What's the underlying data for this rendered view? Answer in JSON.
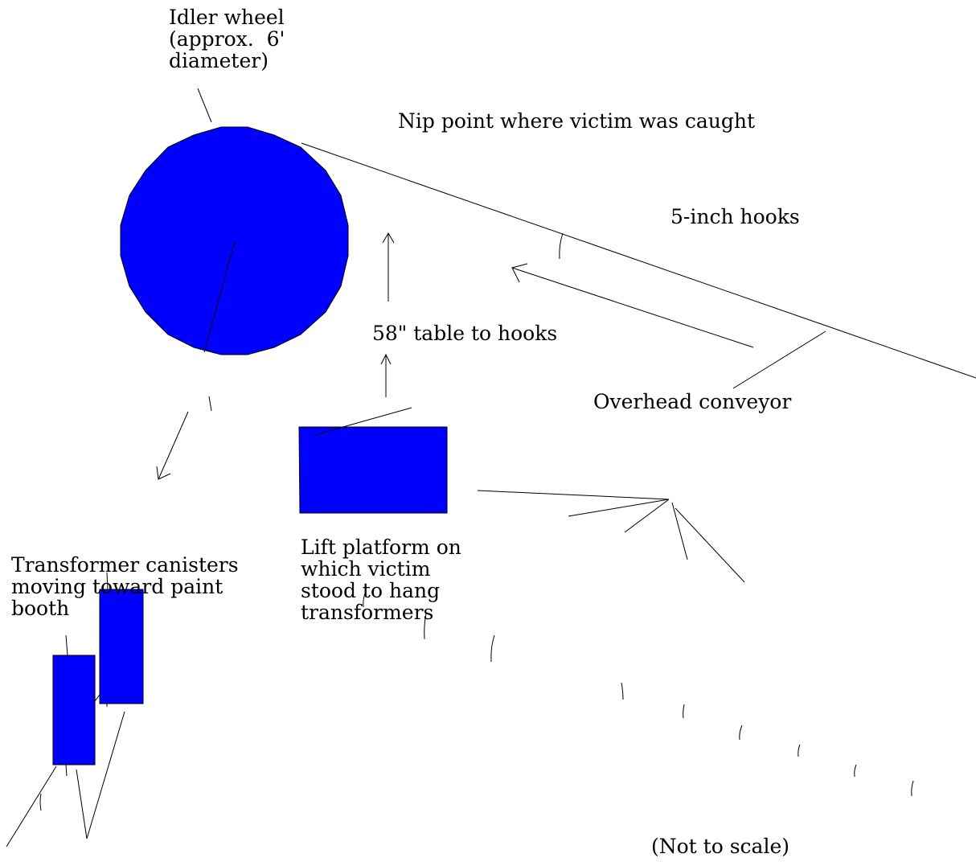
{
  "labels": {
    "idler_wheel": [
      "Idler wheel",
      "(approx.  6'",
      "diameter)"
    ],
    "nip_point": "Nip point where victim was caught",
    "hooks": "5-inch hooks",
    "table_to_hooks": "58\" table to hooks",
    "overhead_conveyor": "Overhead conveyor",
    "lift_platform": [
      "Lift platform on",
      "which victim",
      "stood to hang",
      "transformers"
    ],
    "canisters": [
      "Transformer canisters",
      "moving toward paint",
      "booth"
    ],
    "scale_note": "(Not to scale)"
  },
  "colors": {
    "shape_fill": "#0000ff",
    "line": "#000000",
    "background": "#ffffff"
  }
}
